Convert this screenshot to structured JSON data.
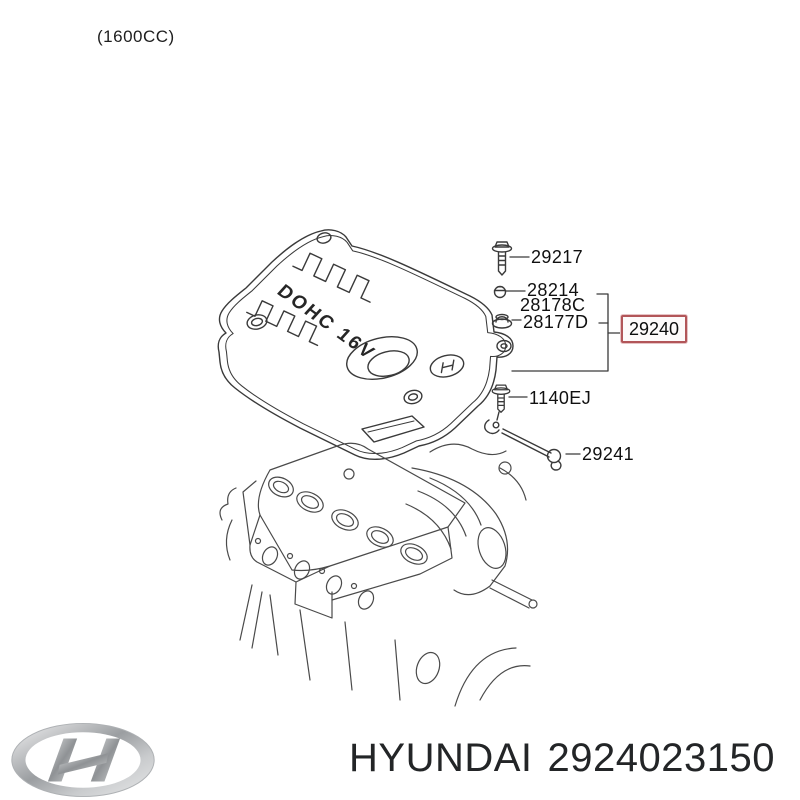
{
  "header": {
    "engine_size_label": "(1600CC)"
  },
  "diagram": {
    "cover_text": "DOHC 16V",
    "callouts": [
      {
        "label": "29217",
        "icon": "flange-bolt"
      },
      {
        "label": "28214",
        "icon": "clip-nut"
      },
      {
        "label": "28178C",
        "icon": "none"
      },
      {
        "label": "28177D",
        "icon": "grommet"
      },
      {
        "label": "29240",
        "icon": "none",
        "highlighted": true
      },
      {
        "label": "1140EJ",
        "icon": "flange-bolt"
      },
      {
        "label": "29241",
        "icon": "stay-rod"
      }
    ]
  },
  "footer": {
    "brand": "HYUNDAI",
    "part_number": "2924023150"
  },
  "colors": {
    "background": "#ffffff",
    "line_art": "#3a3a3a",
    "highlight_border": "#b25659",
    "label_text": "#101010",
    "footer_text": "#232527",
    "logo_chrome_light": "#ededee",
    "logo_chrome_dark": "#97999c"
  }
}
